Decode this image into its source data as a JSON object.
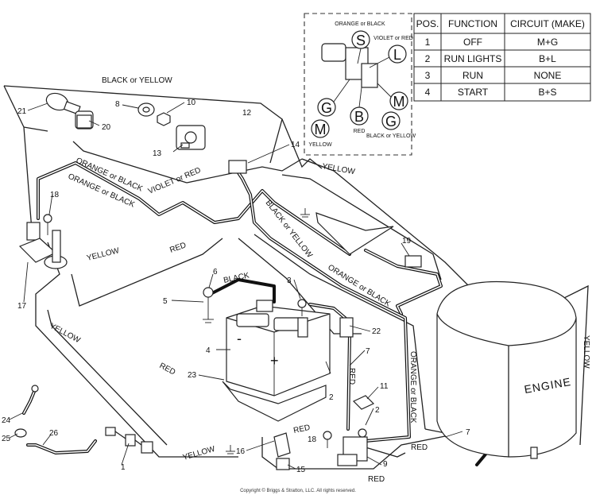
{
  "wire_labels": {
    "black_or_yellow": "BLACK or YELLOW",
    "orange_or_black_1": "ORANGE or BLACK",
    "orange_or_black_2": "ORANGE or BLACK",
    "violet_or_red": "VIOLET or RED",
    "black_or_yellow_2": "BLACK or YELLOW",
    "yellow_top": "YELLOW",
    "yellow_17": "YELLOW",
    "red_left": "RED",
    "black_battery": "BLACK",
    "orange_or_black_19": "ORANGE or BLACK",
    "yellow_left": "YELLOW",
    "red_mid": "RED",
    "red_solenoid": "RED",
    "orange_or_black_vert": "ORANGE or BLACK",
    "yellow_right": "YELLOW",
    "red_bottom_1": "RED",
    "red_bottom_2": "RED",
    "red_bottom_3": "RED",
    "yellow_bottom": "YELLOW"
  },
  "switch_inset": {
    "top_label": "ORANGE or BLACK",
    "violet_label": "VIOLET or RED",
    "yellow_label": "YELLOW",
    "red_label": "RED",
    "black_yellow_label": "BLACK or YELLOW",
    "terminals": {
      "S": "S",
      "L": "L",
      "G1": "G",
      "B": "B",
      "M1": "M",
      "M2": "M",
      "G2": "G"
    }
  },
  "table": {
    "headers": [
      "POS.",
      "FUNCTION",
      "CIRCUIT  (MAKE)"
    ],
    "rows": [
      [
        "1",
        "OFF",
        "M+G"
      ],
      [
        "2",
        "RUN LIGHTS",
        "B+L"
      ],
      [
        "3",
        "RUN",
        "NONE"
      ],
      [
        "4",
        "START",
        "B+S"
      ]
    ]
  },
  "part_numbers": {
    "p1": "1",
    "p2a": "2",
    "p2b": "2",
    "p3": "3",
    "p4": "4",
    "p5": "5",
    "p6": "6",
    "p7a": "7",
    "p7b": "7",
    "p8": "8",
    "p9": "9",
    "p10": "10",
    "p11": "11",
    "p12": "12",
    "p13": "13",
    "p14": "14",
    "p15": "15",
    "p16": "16",
    "p17": "17",
    "p18a": "18",
    "p18b": "18",
    "p19": "19",
    "p20": "20",
    "p21": "21",
    "p22": "22",
    "p23": "23",
    "p24": "24",
    "p25": "25",
    "p26": "26"
  },
  "engine_label": "ENGINE",
  "battery_minus": "-",
  "battery_plus": "+",
  "copyright": "Copyright © Briggs & Stratton, LLC. All rights reserved."
}
